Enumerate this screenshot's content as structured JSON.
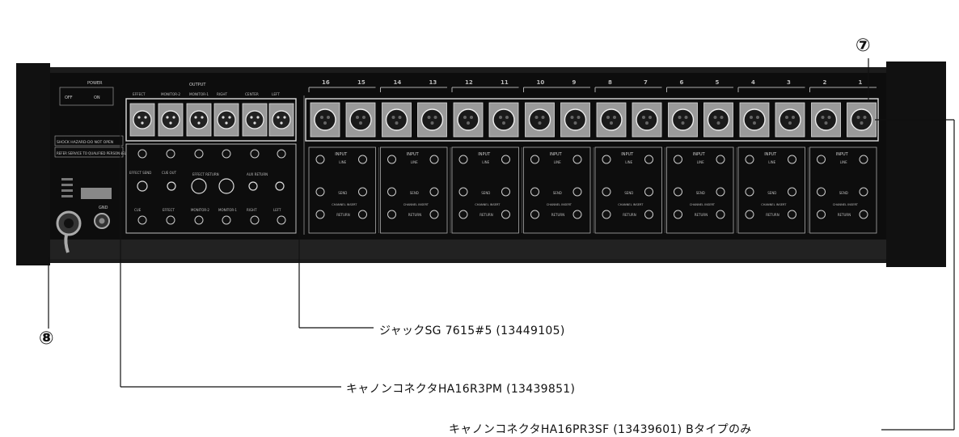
{
  "callouts": {
    "num7": "⑦",
    "num8": "⑧",
    "jack": "ジャックSG 7615#5 (13449105)",
    "cannon_male": "キャノンコネクタHA16R3PM (13439851)",
    "cannon_female": "キャノンコネクタHA16PR3SF (13439601) Bタイプのみ"
  },
  "panel": {
    "power_title": "POWER",
    "power_off": "OFF",
    "power_on": "ON",
    "output_title": "OUTPUT",
    "output_labels": [
      "EFFECT",
      "MONITOR-2",
      "MONITOR-1",
      "RIGHT",
      "CENTER",
      "LEFT"
    ],
    "channel_numbers": [
      "16",
      "15",
      "14",
      "13",
      "12",
      "11",
      "10",
      "9",
      "8",
      "7",
      "6",
      "5",
      "4",
      "3",
      "2",
      "1"
    ],
    "warning_1": "SHOCK HAZARD-DO NOT OPEN",
    "warning_2": "REFER SERVICE TO QUALIFIED PERSONNEL",
    "input_label": "INPUT",
    "line_label": "LINE",
    "send_label": "SEND",
    "channel_insert_label": "CHANNEL INSERT",
    "return_label": "RETURN",
    "effect_send": "EFFECT SEND",
    "cue_out": "CUE OUT",
    "effect_return": "EFFECT RETURN",
    "aux_return": "AUX RETURN",
    "cue": "CUE",
    "effect": "EFFECT",
    "monitor2": "MONITOR-2",
    "monitor1": "MONITOR-1",
    "right": "RIGHT",
    "left": "LEFT",
    "gnd": "GND"
  },
  "colors": {
    "chassis": "#1c1c1c",
    "panel": "#0d0d0d",
    "xlr_plate": "#9a9a9a",
    "line": "#111111"
  }
}
